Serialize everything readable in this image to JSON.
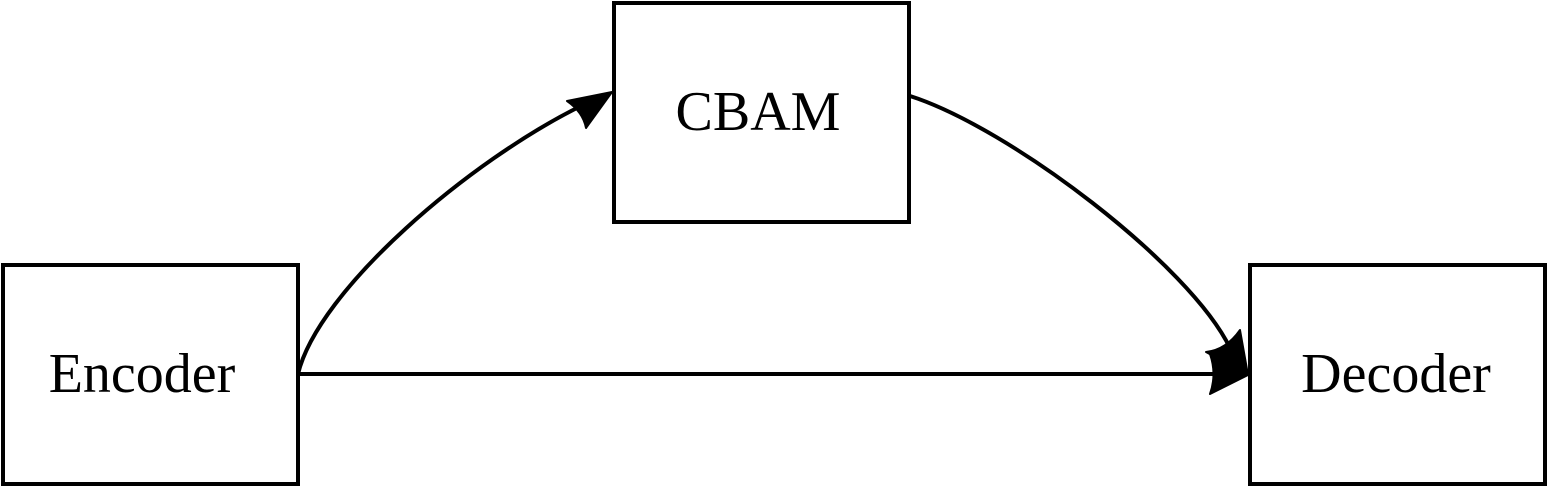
{
  "nodes": {
    "encoder": {
      "label": "Encoder"
    },
    "cbam": {
      "label": "CBAM"
    },
    "decoder": {
      "label": "Decoder"
    }
  },
  "edges": [
    {
      "from": "Encoder",
      "to": "CBAM"
    },
    {
      "from": "CBAM",
      "to": "Decoder"
    },
    {
      "from": "Encoder",
      "to": "Decoder"
    }
  ],
  "colors": {
    "stroke": "#000000",
    "background": "#ffffff"
  }
}
